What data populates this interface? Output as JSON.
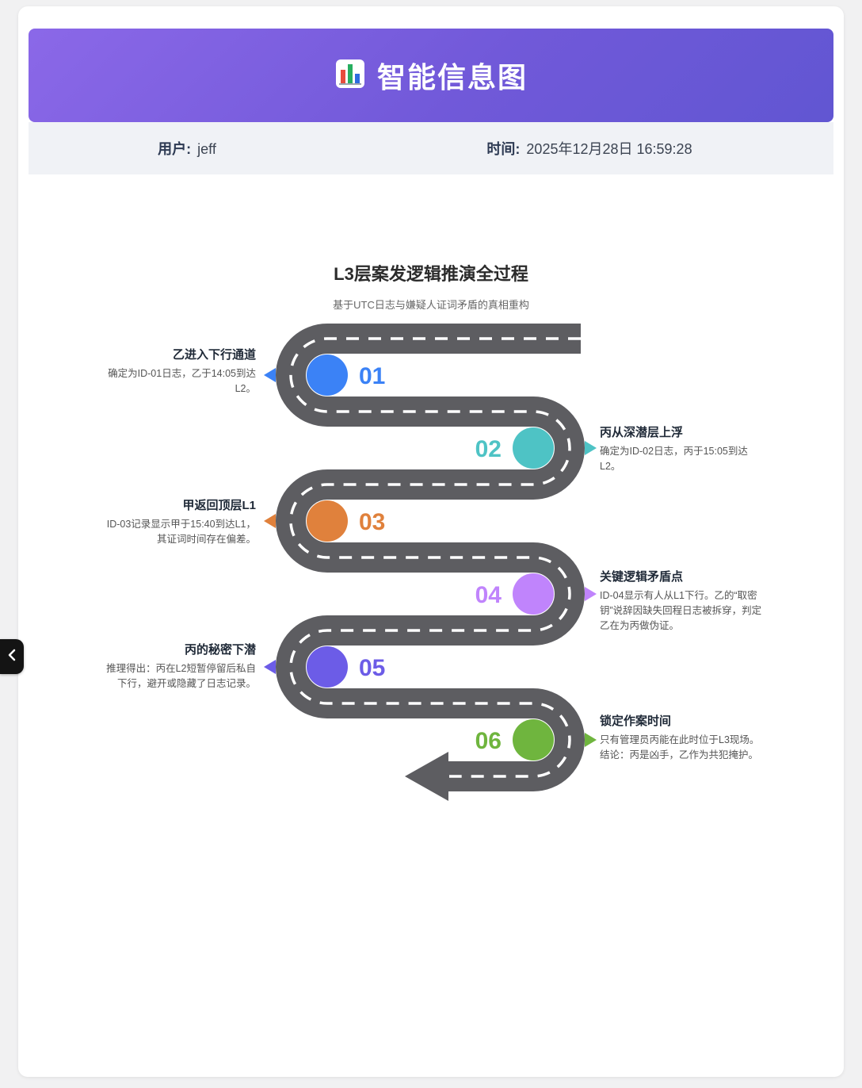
{
  "page": {
    "header": {
      "title": "智能信息图",
      "icon": "bar-chart-icon"
    },
    "meta": {
      "user_label": "用户:",
      "user_value": "jeff",
      "time_label": "时间:",
      "time_value": "2025年12月28日 16:59:28"
    },
    "infographic": {
      "title": "L3层案发逻辑推演全过程",
      "subtitle": "基于UTC日志与嫌疑人证词矛盾的真相重构",
      "road_color": "#5d5d61",
      "dash_color": "#ffffff",
      "milestones": [
        {
          "number": "01",
          "title": "乙进入下行通道",
          "description": "确定为ID-01日志，乙于14:05到达L2。",
          "color": "#3b82f6",
          "side": "left"
        },
        {
          "number": "02",
          "title": "丙从深潜层上浮",
          "description": "确定为ID-02日志，丙于15:05到达L2。",
          "color": "#4ec3c5",
          "side": "right"
        },
        {
          "number": "03",
          "title": "甲返回顶层L1",
          "description": "ID-03记录显示甲于15:40到达L1，其证词时间存在偏差。",
          "color": "#e0813c",
          "side": "left"
        },
        {
          "number": "04",
          "title": "关键逻辑矛盾点",
          "description": "ID-04显示有人从L1下行。乙的“取密钥”说辞因缺失回程日志被拆穿，判定乙在为丙做伪证。",
          "color": "#c084fc",
          "side": "right"
        },
        {
          "number": "05",
          "title": "丙的秘密下潜",
          "description": "推理得出：丙在L2短暂停留后私自下行，避开或隐藏了日志记录。",
          "color": "#6c5ce7",
          "side": "left"
        },
        {
          "number": "06",
          "title": "锁定作案时间",
          "description": "只有管理员丙能在此时位于L3现场。结论：丙是凶手，乙作为共犯掩护。",
          "color": "#6fb53e",
          "side": "right"
        }
      ]
    }
  }
}
